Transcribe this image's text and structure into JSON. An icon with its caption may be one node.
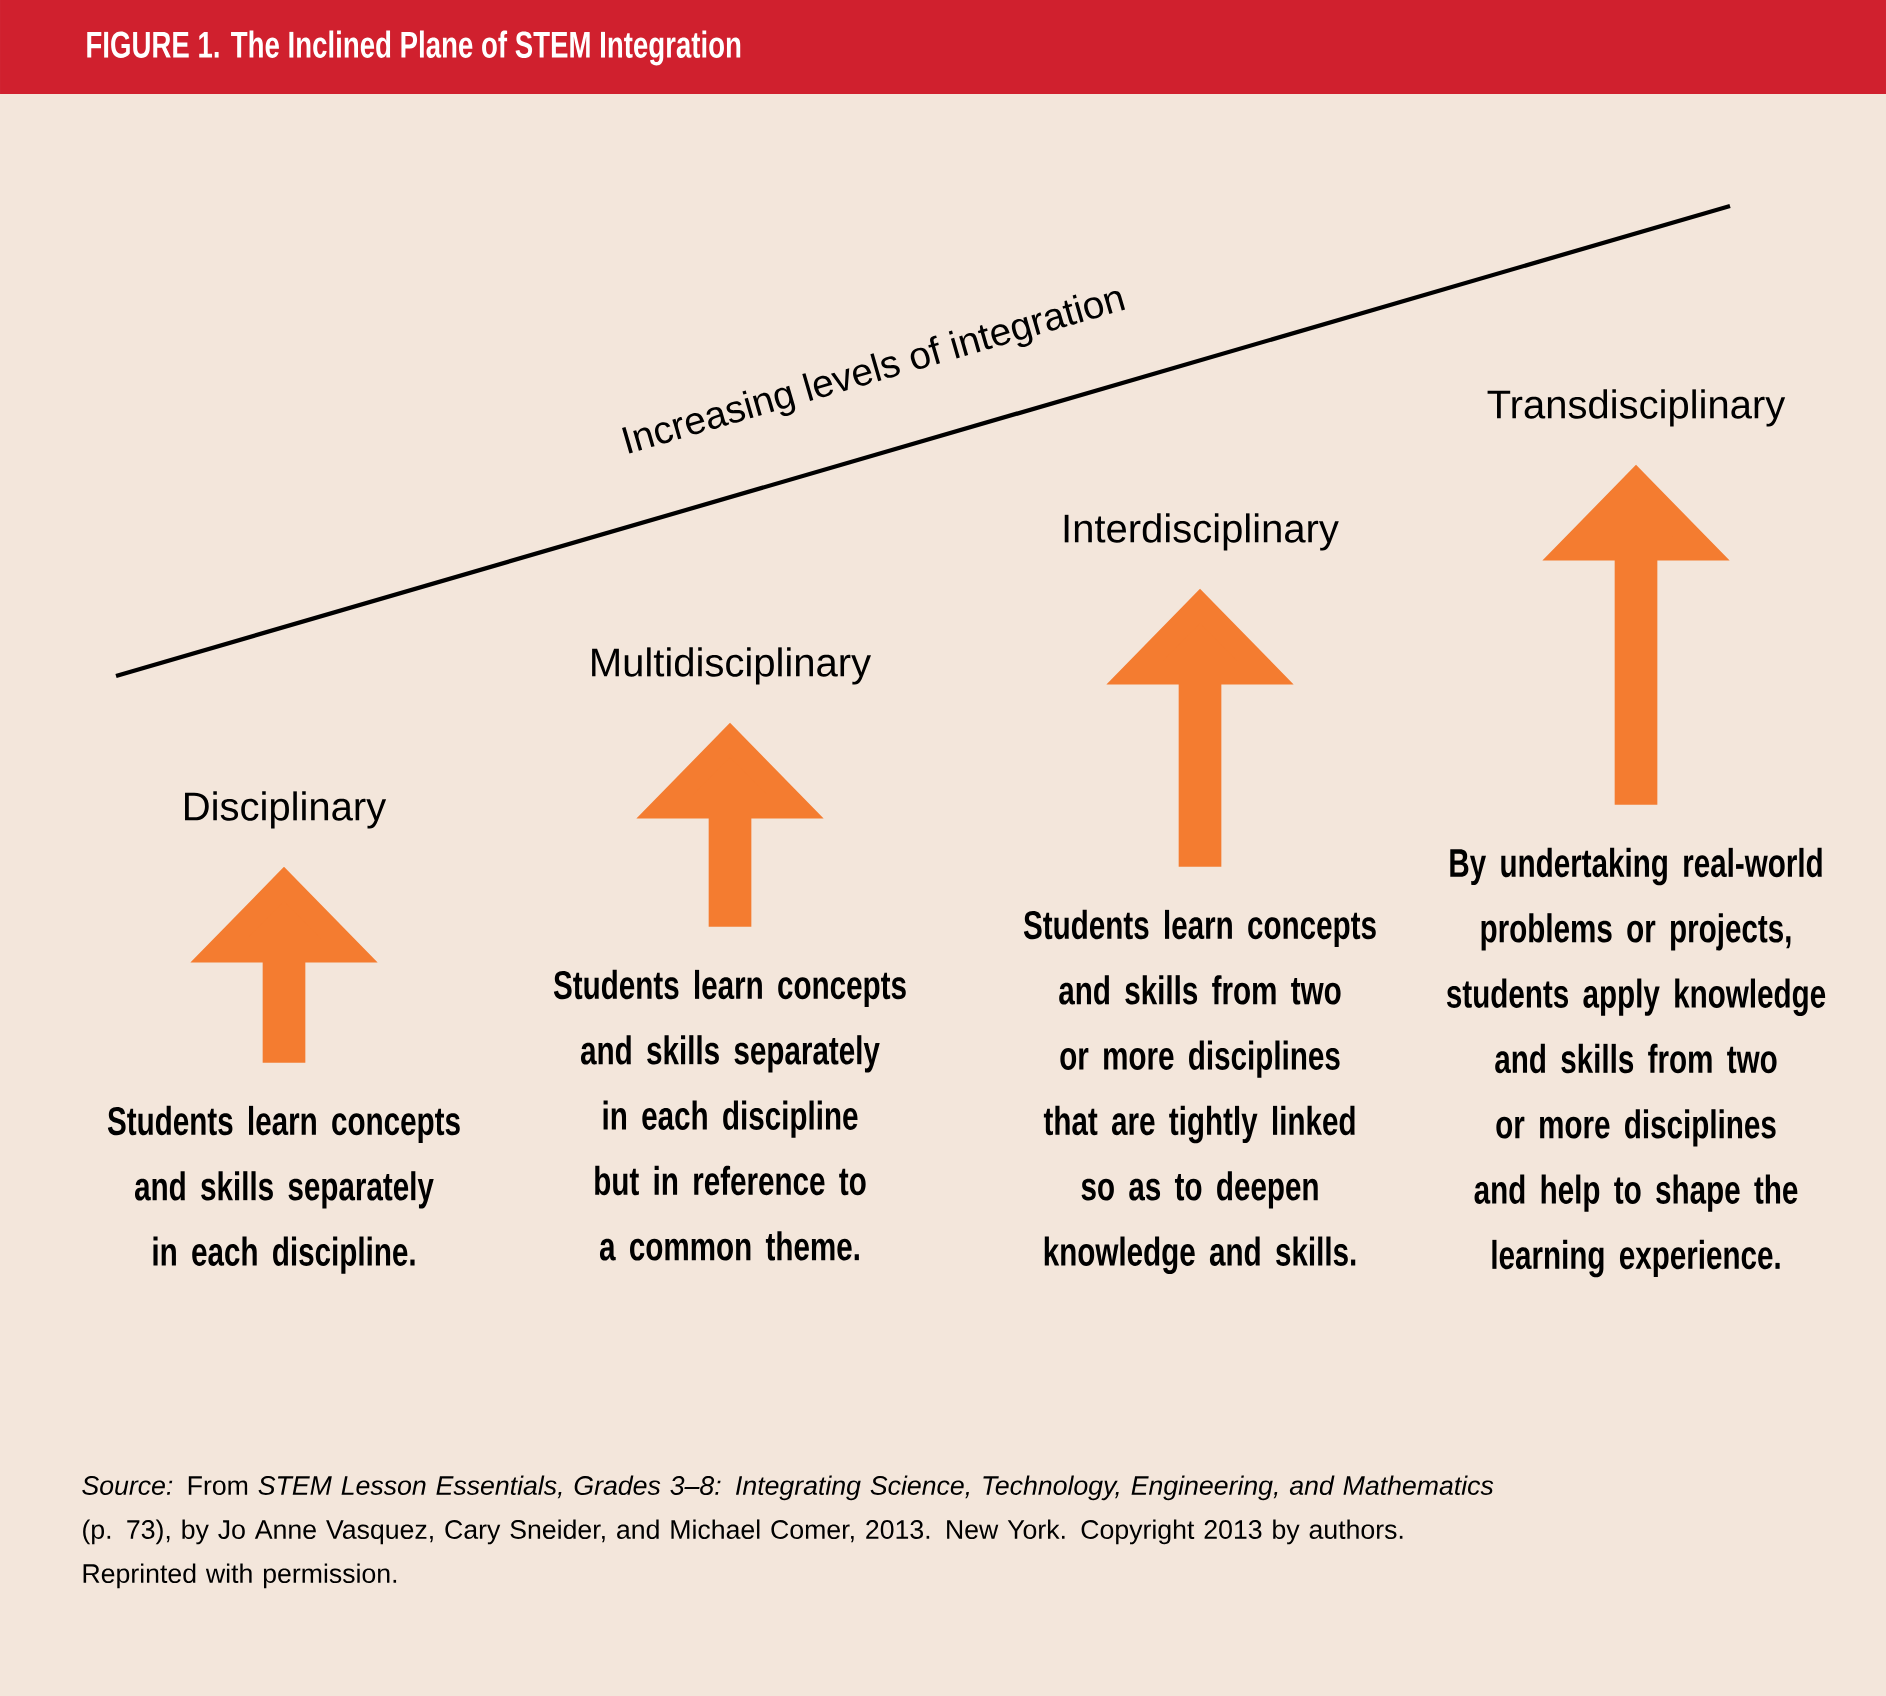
{
  "diagram": {
    "title": "FIGURE 1. The Inclined Plane of STEM Integration",
    "nodes": [
      {
        "text": [
          "Disciplinary"
        ]
      },
      {
        "text": [
          "Students learn concepts and skills separately in each discipline."
        ]
      },
      {
        "text": [
          "Multidisciplinary"
        ]
      },
      {
        "text": [
          "Students learn concepts and skills separately in each discipline but in reference to a common theme."
        ]
      },
      {
        "text": [
          "Interdisciplinary"
        ]
      },
      {
        "text": [
          "Students learn concepts and skills from two or more disciplines that are tightly linked so as to deepen knowledge and skills."
        ]
      },
      {
        "text": [
          "Transdisciplinary"
        ]
      },
      {
        "text": [
          "By undertaking real-world problems or projects, students apply knowledge and skills from two or more disciplines and help to shape the learning experience."
        ]
      }
    ],
    "edges": [
      {
        "from": 1,
        "to": 0,
        "arrow": "to"
      },
      {
        "from": 3,
        "to": 2,
        "arrow": "to"
      },
      {
        "from": 5,
        "to": 4,
        "arrow": "to"
      },
      {
        "from": 7,
        "to": 6,
        "arrow": "to"
      }
    ],
    "labels": [
      "Increasing levels of integration"
    ],
    "caption": "*Source:* From *STEM Lesson Essentials, Grades 3–8: Integrating Science, Technology, Engineering, and Mathematics* (p. 73), by Jo Anne Vasquez, Cary Sneider, and Michael Comer, 2013. New York. Copyright 2013 by authors. Reprinted with permission."
  }
}
